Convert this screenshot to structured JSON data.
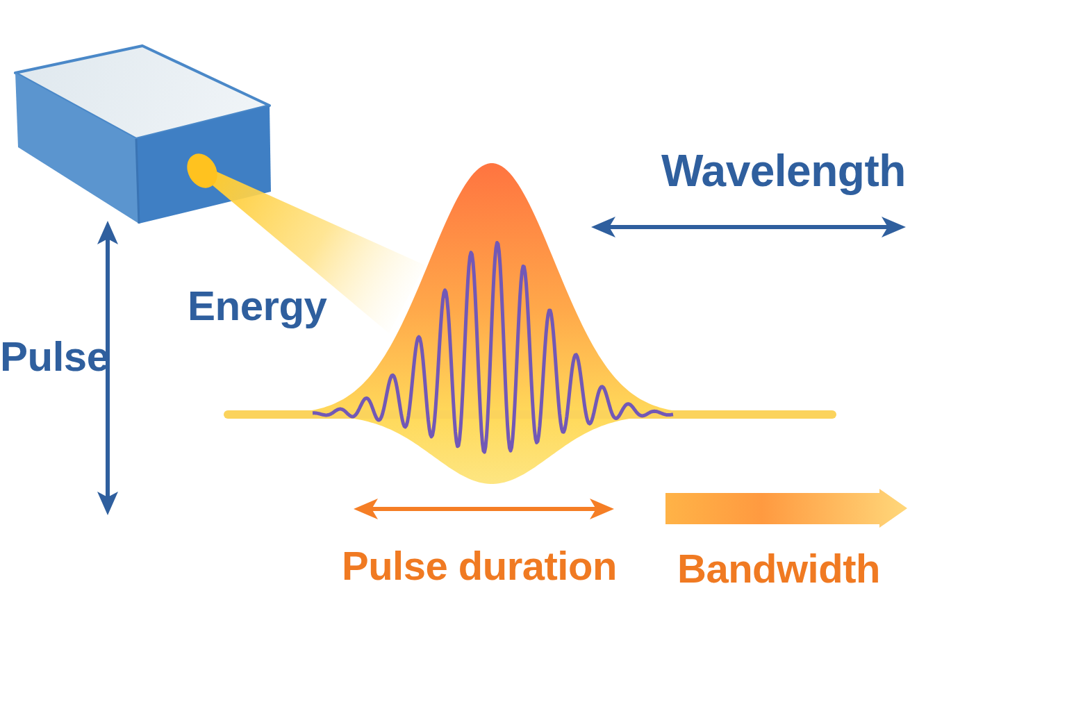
{
  "diagram": {
    "labels": [
      "Wavelength",
      "Energy",
      "Pulse",
      "Pulse duration",
      "Bandwidth"
    ]
  }
}
